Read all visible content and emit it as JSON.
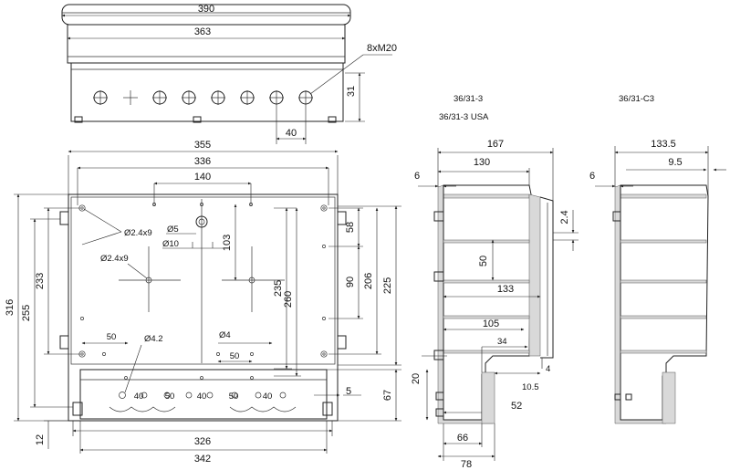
{
  "top_view": {
    "dim_width_outer": "390",
    "dim_width_inner": "363",
    "dim_height": "31",
    "dim_hole_pitch": "40",
    "thread_note": "8xM20"
  },
  "front_view": {
    "width_outer": "355",
    "width_inner": "336",
    "hole_spacing_top": "140",
    "height_total": "316",
    "height_255": "255",
    "height_233": "233",
    "height_235": "235",
    "height_260": "260",
    "height_225": "225",
    "height_206": "206",
    "height_90": "90",
    "height_58": "58",
    "height_103": "103",
    "hole_mount": "Ø2.4x9",
    "hole_center": "Ø2.4x9",
    "hole_5": "Ø5",
    "hole_10": "Ø10",
    "hole_42": "Ø4.2",
    "hole_4": "Ø4",
    "dim_50_left": "50",
    "dim_50_right": "50",
    "bottom_pitches": [
      "40",
      "50",
      "40",
      "50",
      "40"
    ],
    "dim_5": "5",
    "dim_67": "67",
    "dim_12": "12",
    "width_326": "326",
    "width_342": "342",
    "dim_20": "20"
  },
  "section_a": {
    "title_1": "36/31-3",
    "title_2": "36/31-3 USA",
    "dim_167": "167",
    "dim_130": "130",
    "dim_6": "6",
    "dim_24": "2.4",
    "dim_50": "50",
    "dim_133": "133",
    "dim_105": "105",
    "dim_34": "34",
    "dim_4": "4",
    "dim_105b": "10.5",
    "dim_52": "52",
    "dim_66": "66",
    "dim_78": "78"
  },
  "section_b": {
    "title": "36/31-C3",
    "dim_1335": "133.5",
    "dim_95": "9.5",
    "dim_6": "6"
  }
}
